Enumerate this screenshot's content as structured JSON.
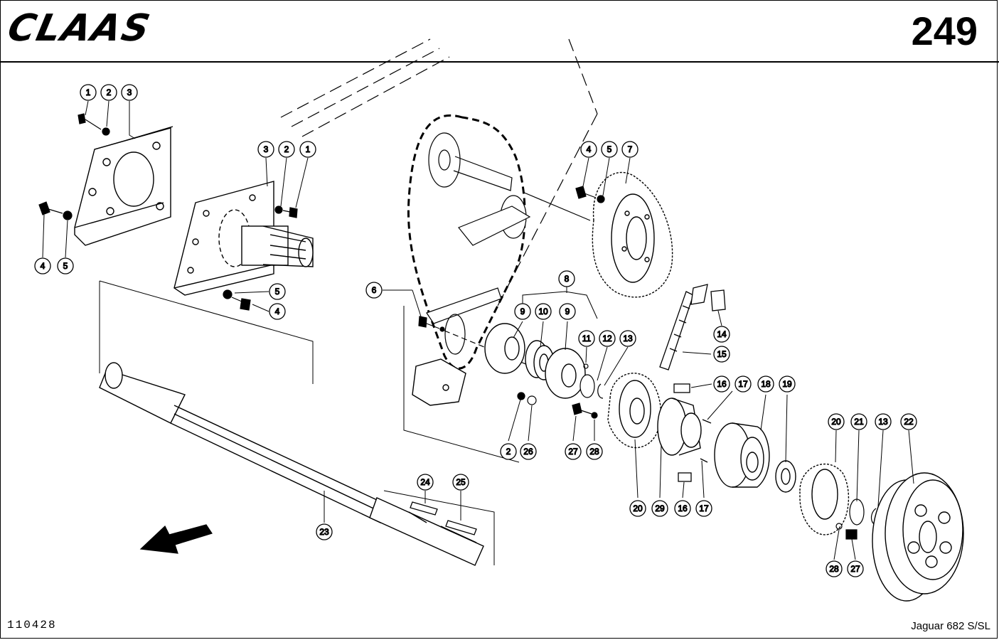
{
  "header": {
    "brand": "CLAAS",
    "page_number": "249"
  },
  "footer": {
    "document_id": "110428",
    "model": "Jaguar 682 S/SL"
  },
  "callouts": [
    {
      "id": "c1a",
      "label": "1"
    },
    {
      "id": "c2a",
      "label": "2"
    },
    {
      "id": "c3a",
      "label": "3"
    },
    {
      "id": "c4a",
      "label": "4"
    },
    {
      "id": "c5a",
      "label": "5"
    },
    {
      "id": "c3b",
      "label": "3"
    },
    {
      "id": "c2b",
      "label": "2"
    },
    {
      "id": "c1b",
      "label": "1"
    },
    {
      "id": "c5b",
      "label": "5"
    },
    {
      "id": "c4b",
      "label": "4"
    },
    {
      "id": "c4c",
      "label": "4"
    },
    {
      "id": "c5c",
      "label": "5"
    },
    {
      "id": "c7",
      "label": "7"
    },
    {
      "id": "c6",
      "label": "6"
    },
    {
      "id": "c8",
      "label": "8"
    },
    {
      "id": "c9a",
      "label": "9"
    },
    {
      "id": "c10",
      "label": "10"
    },
    {
      "id": "c9b",
      "label": "9"
    },
    {
      "id": "c11",
      "label": "11"
    },
    {
      "id": "c12",
      "label": "12"
    },
    {
      "id": "c13a",
      "label": "13"
    },
    {
      "id": "c14",
      "label": "14"
    },
    {
      "id": "c15",
      "label": "15"
    },
    {
      "id": "c16a",
      "label": "16"
    },
    {
      "id": "c17a",
      "label": "17"
    },
    {
      "id": "c18",
      "label": "18"
    },
    {
      "id": "c19",
      "label": "19"
    },
    {
      "id": "c20a",
      "label": "20"
    },
    {
      "id": "c21",
      "label": "21"
    },
    {
      "id": "c13b",
      "label": "13"
    },
    {
      "id": "c22",
      "label": "22"
    },
    {
      "id": "c2c",
      "label": "2"
    },
    {
      "id": "c26",
      "label": "26"
    },
    {
      "id": "c27a",
      "label": "27"
    },
    {
      "id": "c28a",
      "label": "28"
    },
    {
      "id": "c20b",
      "label": "20"
    },
    {
      "id": "c29",
      "label": "29"
    },
    {
      "id": "c16b",
      "label": "16"
    },
    {
      "id": "c17b",
      "label": "17"
    },
    {
      "id": "c24",
      "label": "24"
    },
    {
      "id": "c25",
      "label": "25"
    },
    {
      "id": "c23",
      "label": "23"
    },
    {
      "id": "c28b",
      "label": "28"
    },
    {
      "id": "c27b",
      "label": "27"
    }
  ]
}
